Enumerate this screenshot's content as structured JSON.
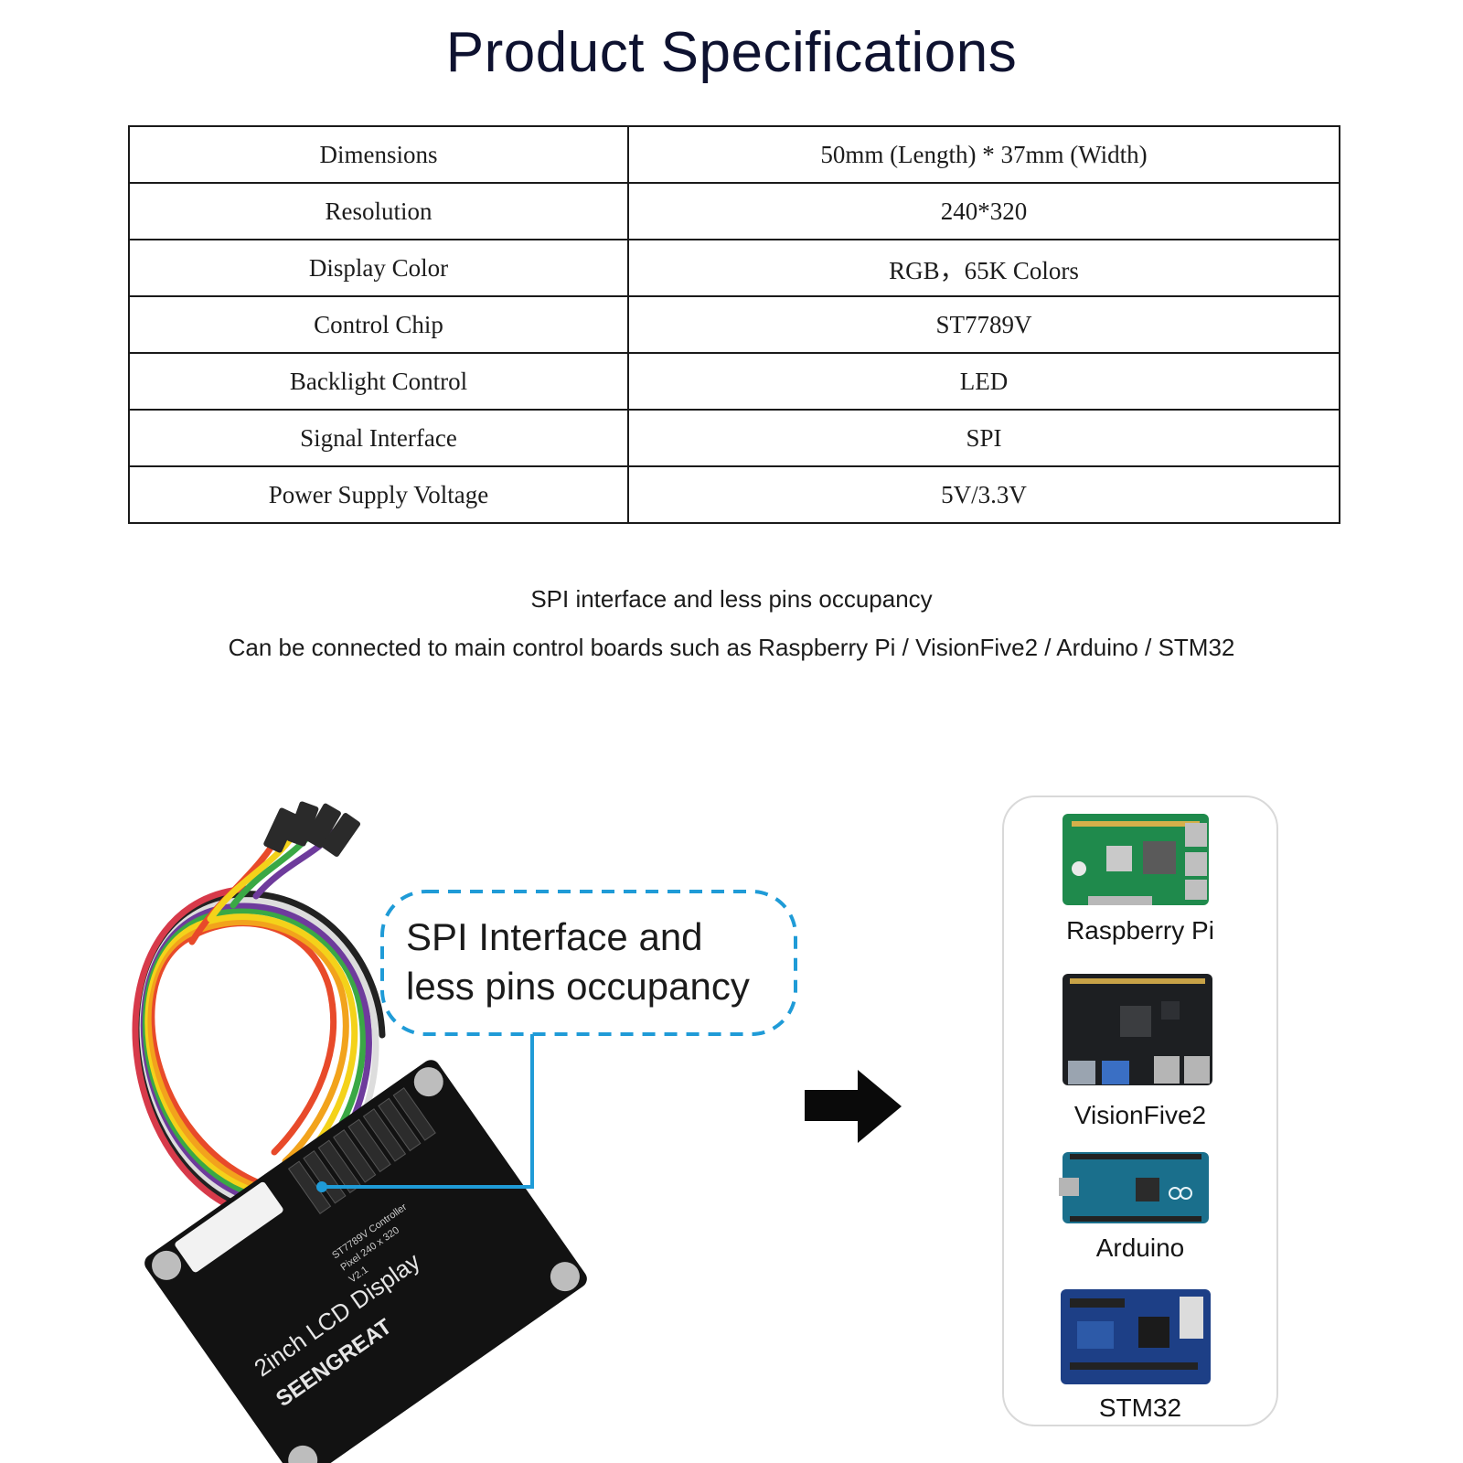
{
  "title": "Product Specifications",
  "specs": [
    {
      "label": "Dimensions",
      "value": "50mm (Length) * 37mm (Width)"
    },
    {
      "label": "Resolution",
      "value": "240*320"
    },
    {
      "label": "Display Color",
      "value": "RGB，65K Colors"
    },
    {
      "label": "Control Chip",
      "value": "ST7789V"
    },
    {
      "label": "Backlight Control",
      "value": "LED"
    },
    {
      "label": "Signal Interface",
      "value": "SPI"
    },
    {
      "label": "Power Supply Voltage",
      "value": "5V/3.3V"
    }
  ],
  "captions": {
    "line1": "SPI interface and less pins occupancy",
    "line2": "Can be connected to main control boards such as Raspberry Pi / VisionFive2 / Arduino / STM32"
  },
  "callout": {
    "line1": "SPI Interface and",
    "line2": "less pins occupancy",
    "border_color": "#1f9bd7"
  },
  "module": {
    "product": "2inch LCD Display",
    "brand": "SEENGREAT",
    "controller": "ST7789V Controller",
    "pixel": "Pixel 240 x 320",
    "version": "V2.1"
  },
  "boards": [
    {
      "name": "Raspberry Pi",
      "icon": "raspberry-pi-board-icon",
      "color": "#1f8a4c"
    },
    {
      "name": "VisionFive2",
      "icon": "visionfive2-board-icon",
      "color": "#1d1f22"
    },
    {
      "name": "Arduino",
      "icon": "arduino-board-icon",
      "color": "#1a6f8c"
    },
    {
      "name": "STM32",
      "icon": "stm32-board-icon",
      "color": "#1d3f86"
    }
  ],
  "arrow": {
    "icon": "right-arrow-icon"
  }
}
